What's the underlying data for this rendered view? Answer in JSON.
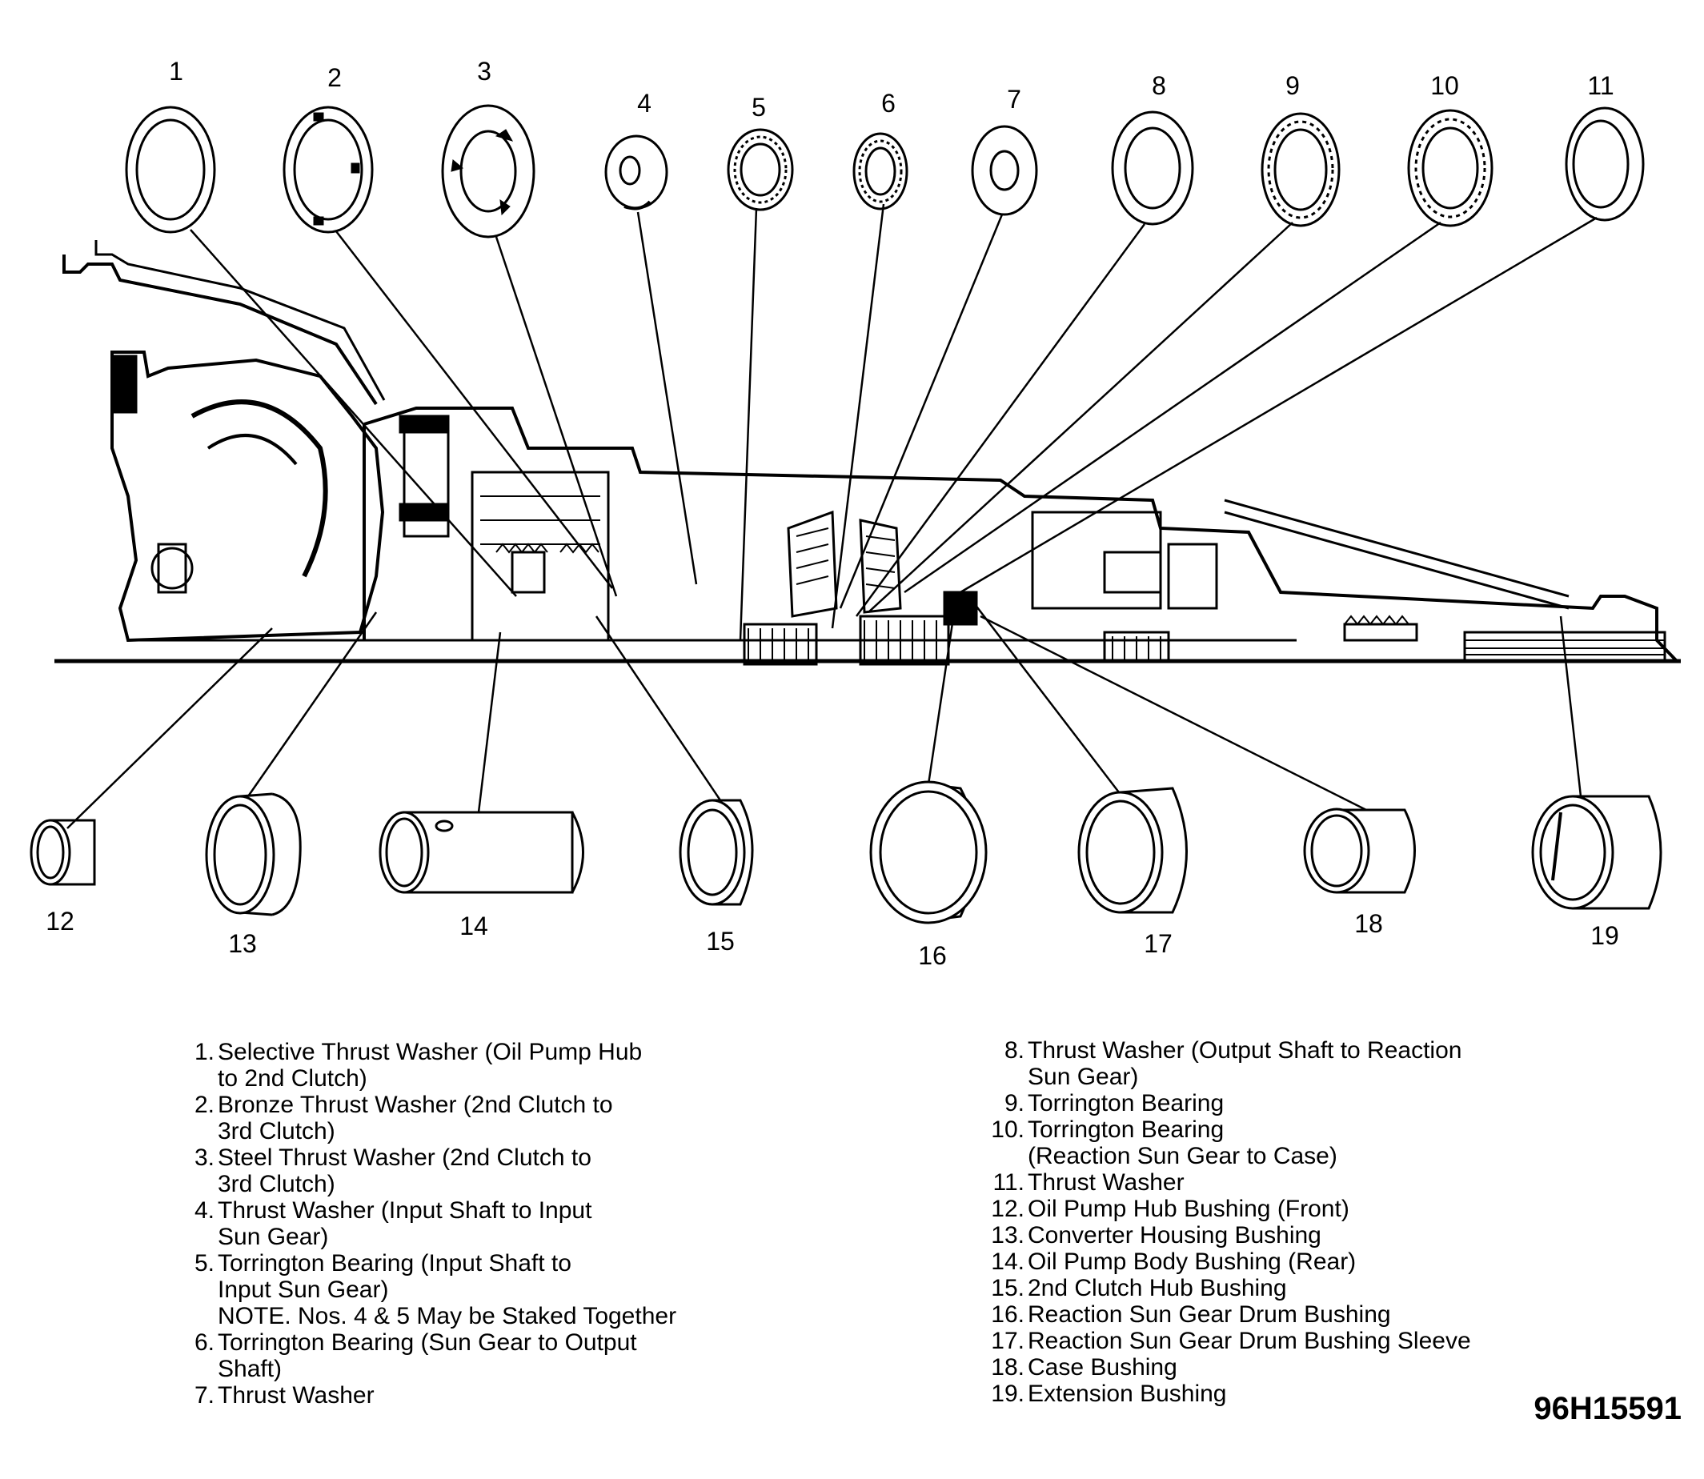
{
  "callouts": {
    "c1": "1",
    "c2": "2",
    "c3": "3",
    "c4": "4",
    "c5": "5",
    "c6": "6",
    "c7": "7",
    "c8": "8",
    "c9": "9",
    "c10": "10",
    "c11": "11",
    "c12": "12",
    "c13": "13",
    "c14": "14",
    "c15": "15",
    "c16": "16",
    "c17": "17",
    "c18": "18",
    "c19": "19"
  },
  "legend_left": [
    {
      "num": "1.",
      "lines": [
        "Selective Thrust Washer (Oil Pump Hub",
        "to 2nd Clutch)"
      ]
    },
    {
      "num": "2.",
      "lines": [
        "Bronze Thrust Washer (2nd Clutch to",
        "3rd Clutch)"
      ]
    },
    {
      "num": "3.",
      "lines": [
        "Steel Thrust Washer (2nd Clutch to",
        "3rd Clutch)"
      ]
    },
    {
      "num": "4.",
      "lines": [
        "Thrust Washer (Input Shaft to Input",
        "Sun Gear)"
      ]
    },
    {
      "num": "5.",
      "lines": [
        "Torrington Bearing (Input Shaft to",
        "Input Sun Gear)",
        "NOTE. Nos. 4 & 5 May be Staked Together"
      ]
    },
    {
      "num": "6.",
      "lines": [
        "Torrington Bearing (Sun Gear to Output",
        "Shaft)"
      ]
    },
    {
      "num": "7.",
      "lines": [
        "Thrust Washer"
      ]
    }
  ],
  "legend_right": [
    {
      "num": "8.",
      "lines": [
        "Thrust Washer (Output Shaft to Reaction",
        "Sun Gear)"
      ]
    },
    {
      "num": "9.",
      "lines": [
        "Torrington Bearing"
      ]
    },
    {
      "num": "10.",
      "lines": [
        "Torrington Bearing",
        "(Reaction Sun Gear to Case)"
      ]
    },
    {
      "num": "11.",
      "lines": [
        "Thrust Washer"
      ]
    },
    {
      "num": "12.",
      "lines": [
        "Oil Pump Hub Bushing (Front)"
      ]
    },
    {
      "num": "13.",
      "lines": [
        "Converter Housing Bushing"
      ]
    },
    {
      "num": "14.",
      "lines": [
        "Oil Pump Body Bushing (Rear)"
      ]
    },
    {
      "num": "15.",
      "lines": [
        "2nd Clutch Hub Bushing"
      ]
    },
    {
      "num": "16.",
      "lines": [
        "Reaction Sun Gear Drum Bushing"
      ]
    },
    {
      "num": "17.",
      "lines": [
        "Reaction Sun Gear Drum Bushing Sleeve"
      ]
    },
    {
      "num": "18.",
      "lines": [
        "Case Bushing"
      ]
    },
    {
      "num": "19.",
      "lines": [
        "Extension Bushing"
      ]
    }
  ],
  "figure_id": "96H15591"
}
